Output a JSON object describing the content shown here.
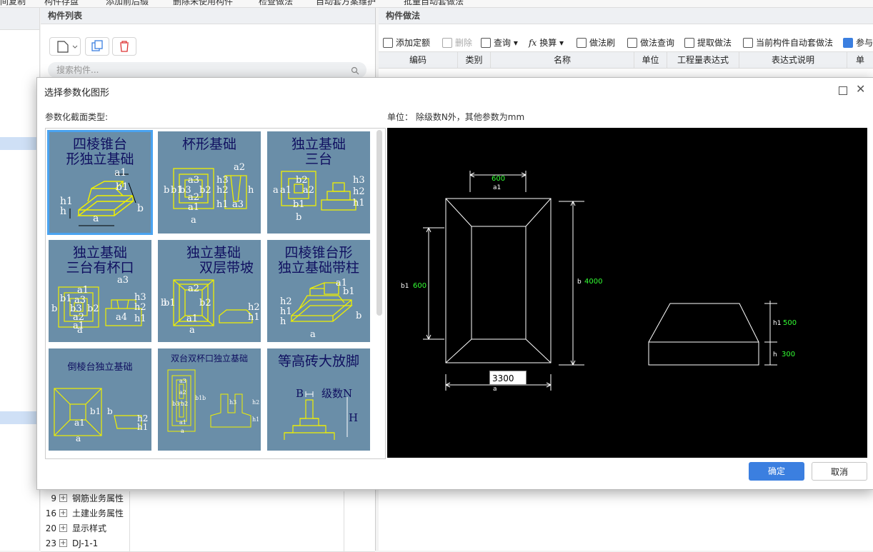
{
  "top_toolbar": {
    "items": [
      "间复制",
      "构件存盘",
      "添加前后缀",
      "删除未使用构件",
      "检查做法",
      "自动套方案维护",
      "批量自动套做法"
    ]
  },
  "list_panel": {
    "title": "构件列表",
    "search_placeholder": "搜索构件..."
  },
  "method_panel": {
    "title": "构件做法",
    "toolbar": [
      "添加定额",
      "删除",
      "查询",
      "换算",
      "做法刷",
      "做法查询",
      "提取做法",
      "当前构件自动套做法",
      "参与"
    ],
    "columns": [
      "编码",
      "类别",
      "名称",
      "单位",
      "工程量表达式",
      "表达式说明",
      "单"
    ]
  },
  "properties": [
    {
      "num": "9",
      "label": "钢筋业务属性"
    },
    {
      "num": "16",
      "label": "土建业务属性"
    },
    {
      "num": "20",
      "label": "显示样式"
    },
    {
      "num": "23",
      "label": "DJ-1-1"
    }
  ],
  "dialog": {
    "title": "选择参数化图形",
    "section_label": "参数化截面类型:",
    "unit_label": "单位：  除级数N外，其他参数为mm",
    "shapes": [
      {
        "title": "四棱锥台形独立基础",
        "title_lines": [
          "四棱锥台",
          "形独立基础"
        ]
      },
      {
        "title": "杯形基础",
        "title_lines": [
          "杯形基础"
        ]
      },
      {
        "title": "独立基础三台",
        "title_lines": [
          "独立基础",
          "三台"
        ]
      },
      {
        "title": "独立基础三台有杯口",
        "title_lines": [
          "独立基础",
          "三台有杯口"
        ]
      },
      {
        "title": "独立基础双层带坡",
        "title_lines": [
          "独立基础",
          "双层带坡"
        ]
      },
      {
        "title": "四棱锥台形独立基础带柱",
        "title_lines": [
          "四棱锥台形",
          "独立基础带柱"
        ]
      },
      {
        "title": "倒棱台独立基础",
        "title_lines": [
          "倒棱台独立基础"
        ]
      },
      {
        "title": "双台双杯口独立基础",
        "title_lines": [
          "双台双杯口独立基础"
        ]
      },
      {
        "title": "等高砖大放脚",
        "title_lines": [
          "等高砖大放脚"
        ]
      }
    ],
    "shape_labels": {
      "s1": [
        "a1",
        "b1",
        "h1",
        "h",
        "b",
        "a"
      ],
      "s2": [
        "a2",
        "b",
        "b1",
        "b3",
        "b2",
        "a3",
        "a2",
        "a1",
        "a",
        "h3",
        "h2",
        "h1",
        "h",
        "a3"
      ],
      "s3": [
        "b2",
        "a2",
        "a",
        "a1",
        "b1",
        "b",
        "h3",
        "h2",
        "h1"
      ],
      "s4": [
        "a1",
        "a3",
        "b1",
        "a3",
        "b3",
        "b2",
        "a2",
        "a1",
        "a",
        "b",
        "a4",
        "h3",
        "h2",
        "h1"
      ],
      "s5": [
        "a2",
        "b1",
        "b2",
        "b",
        "a1",
        "a",
        "h2",
        "h1"
      ],
      "s6": [
        "a1",
        "b1",
        "h2",
        "h1",
        "h",
        "b",
        "a"
      ],
      "s7": [
        "b1",
        "b",
        "a1",
        "a",
        "h2",
        "h1"
      ],
      "s8": [
        "a3",
        "a2",
        "b3",
        "b2",
        "a1",
        "a",
        "b1",
        "b",
        "h3",
        "h2",
        "h1"
      ],
      "s9": [
        "B",
        "级数N",
        "H"
      ]
    },
    "preview": {
      "a1": "a1",
      "a1_value": "600",
      "b1": "b1",
      "b1_value": "600",
      "b": "b",
      "b_value": "4000",
      "a": "a",
      "a_value": "3300",
      "h1": "h1",
      "h1_value": "500",
      "h": "h",
      "h_value": "300"
    },
    "ok_label": "确定",
    "cancel_label": "取消"
  },
  "colors": {
    "accent": "#3b7fe0",
    "cell_bg": "#6a8ea8",
    "selected_outline": "#4aa3f0",
    "drawing_yellow": "#f0f000",
    "dim_green": "#33ff33"
  }
}
